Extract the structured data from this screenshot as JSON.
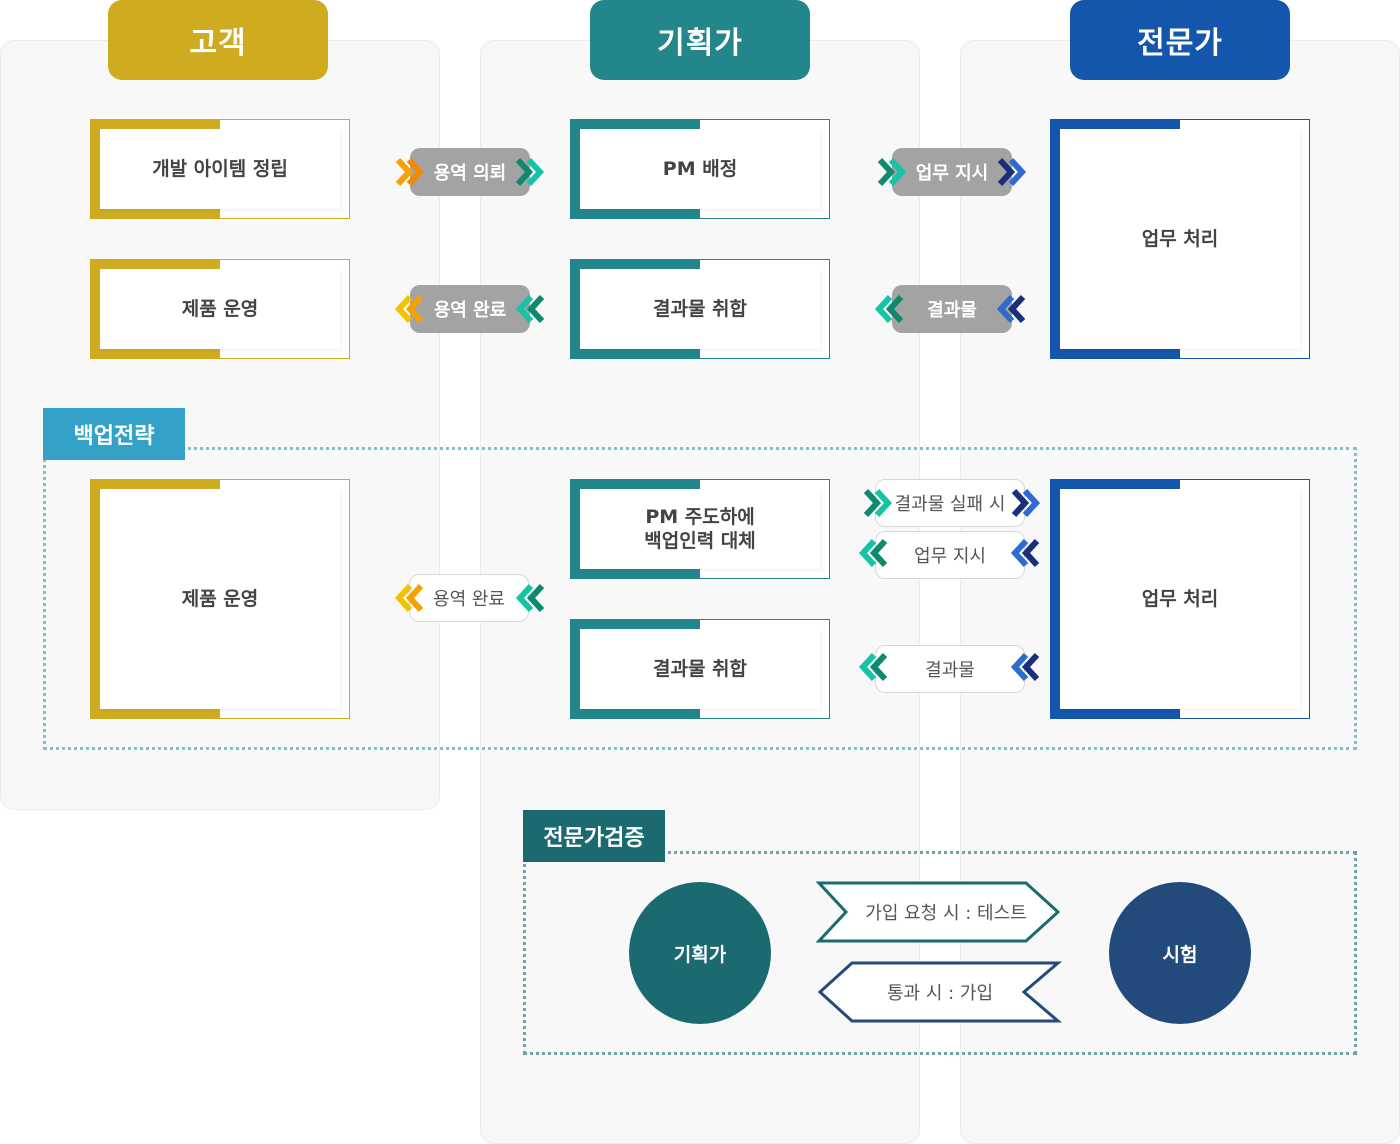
{
  "colors": {
    "customer": "#cfab1f",
    "planner": "#23868b",
    "expert": "#1356ab",
    "backup": "#34a2c8",
    "verify": "#1b6a70",
    "exam": "#224a7a",
    "gray_pill": "#a3a3a3"
  },
  "columns": {
    "customer": "고객",
    "planner": "기획가",
    "expert": "전문가"
  },
  "main": {
    "customer_box1": "개발 아이템 정립",
    "customer_box2": "제품 운영",
    "planner_box1": "PM 배정",
    "planner_box2": "결과물 취합",
    "expert_box": "업무 처리",
    "pill_request": "용역 의뢰",
    "pill_complete": "용역 완료",
    "pill_order": "업무 지시",
    "pill_result": "결과물"
  },
  "backup": {
    "tag": "백업전략",
    "customer_box": "제품 운영",
    "planner_box1_line1": "PM 주도하에",
    "planner_box1_line2": "백업인력 대체",
    "planner_box2": "결과물 취합",
    "expert_box": "업무 처리",
    "pill_complete": "용역 완료",
    "pill_fail": "결과물 실패 시",
    "pill_order": "업무 지시",
    "pill_result": "결과물"
  },
  "verify": {
    "tag": "전문가검증",
    "left_circle": "기획가",
    "right_circle": "시험",
    "arrow_right": "가입 요청 시 : 테스트",
    "arrow_left": "통과 시 : 가입"
  }
}
